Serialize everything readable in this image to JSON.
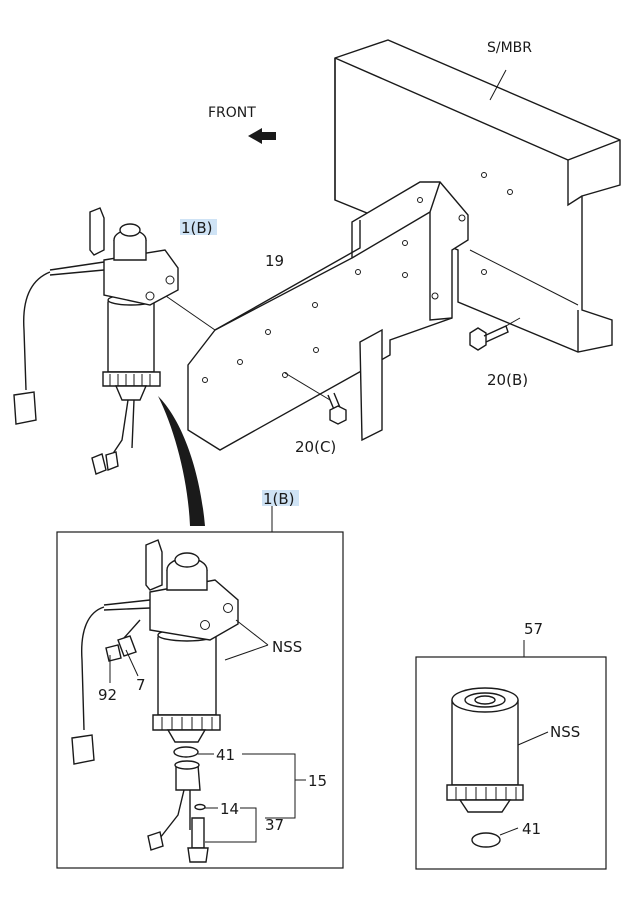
{
  "labels": {
    "frame_member": "S/MBR",
    "front": "FRONT",
    "bracket": "19",
    "bolt_b": "20(B)",
    "bolt_c": "20(C)",
    "filter_assy_top": "1(B)",
    "filter_assy_detail": "1(B)",
    "nss_detail": "NSS",
    "sensor_92": "92",
    "part_7": "7",
    "oring_41": "41",
    "part_15": "15",
    "part_14": "14",
    "part_37": "37",
    "element_57": "57",
    "nss_element": "NSS",
    "oring_41_element": "41"
  },
  "colors": {
    "callout_highlight": "#cfe3f5",
    "line": "#1a1a1a"
  }
}
